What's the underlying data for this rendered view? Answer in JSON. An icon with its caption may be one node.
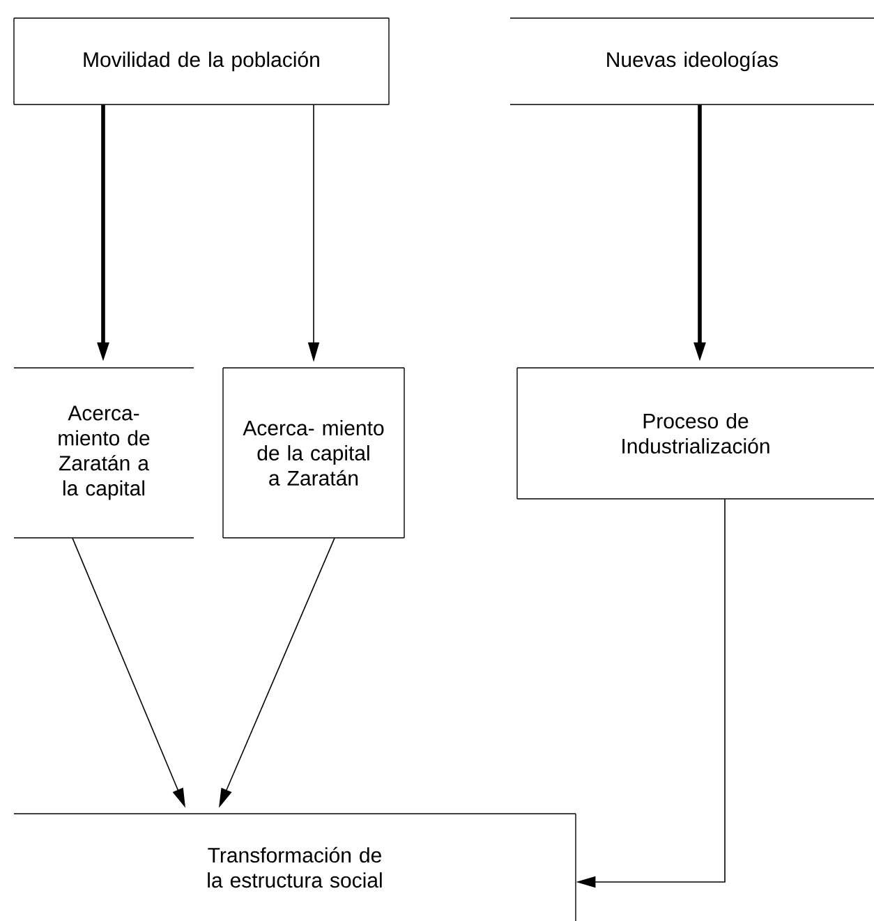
{
  "diagram": {
    "nodes": [
      {
        "text": [
          "Movilidad de la población"
        ]
      },
      {
        "text": [
          "Nuevas ideologías"
        ]
      },
      {
        "text": [
          "Acerca- miento de Zaratán a la capital"
        ]
      },
      {
        "text": [
          "Acerca- miento de la capital a Zaratán"
        ]
      },
      {
        "text": [
          "Proceso de Industrialización"
        ]
      },
      {
        "text": [
          "Transformación de la estructura social"
        ]
      }
    ],
    "edges": [
      {
        "from": 0,
        "to": 2,
        "arrow": "to",
        "style": "thick"
      },
      {
        "from": 0,
        "to": 3,
        "arrow": "to"
      },
      {
        "from": 1,
        "to": 4,
        "arrow": "to",
        "style": "thick"
      },
      {
        "from": 2,
        "to": 5,
        "arrow": "to"
      },
      {
        "from": 3,
        "to": 5,
        "arrow": "to"
      },
      {
        "from": 4,
        "to": 5,
        "arrow": "to"
      }
    ]
  }
}
